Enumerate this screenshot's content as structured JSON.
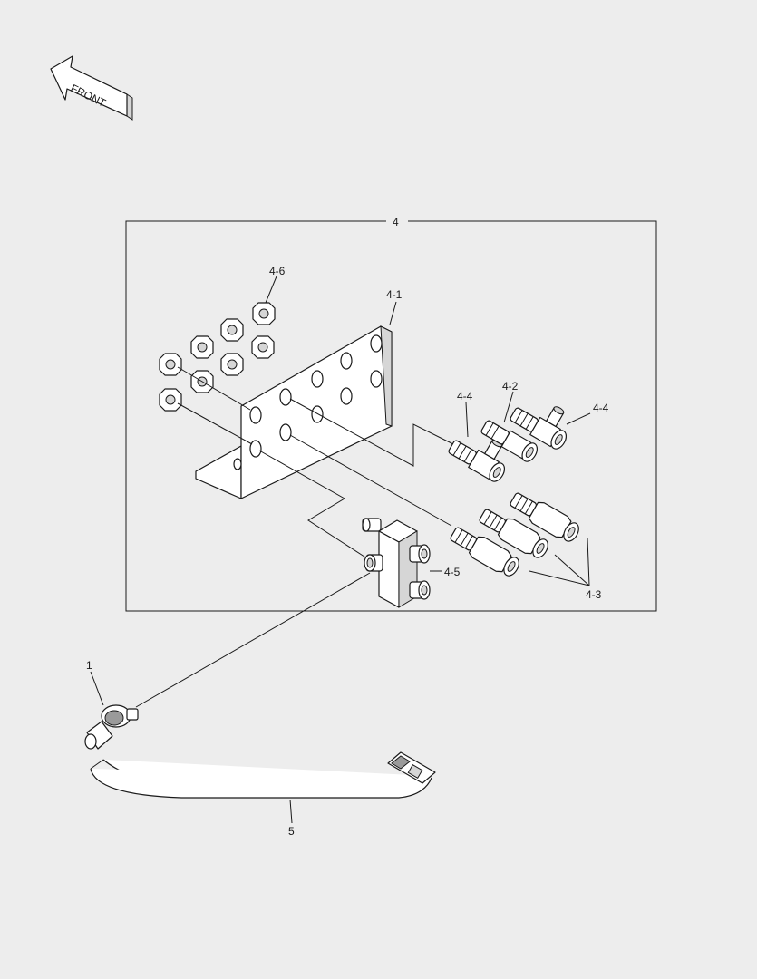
{
  "front_arrow": {
    "text": "FRONT"
  },
  "labels": {
    "assembly": "4",
    "bracket": "4-1",
    "tee_fitting": "4-2",
    "reducer_fittings": "4-3",
    "elbow_fittings": "4-4",
    "block_fitting": "4-5",
    "nuts": "4-6",
    "pressure_switch": "1",
    "harness": "5"
  }
}
